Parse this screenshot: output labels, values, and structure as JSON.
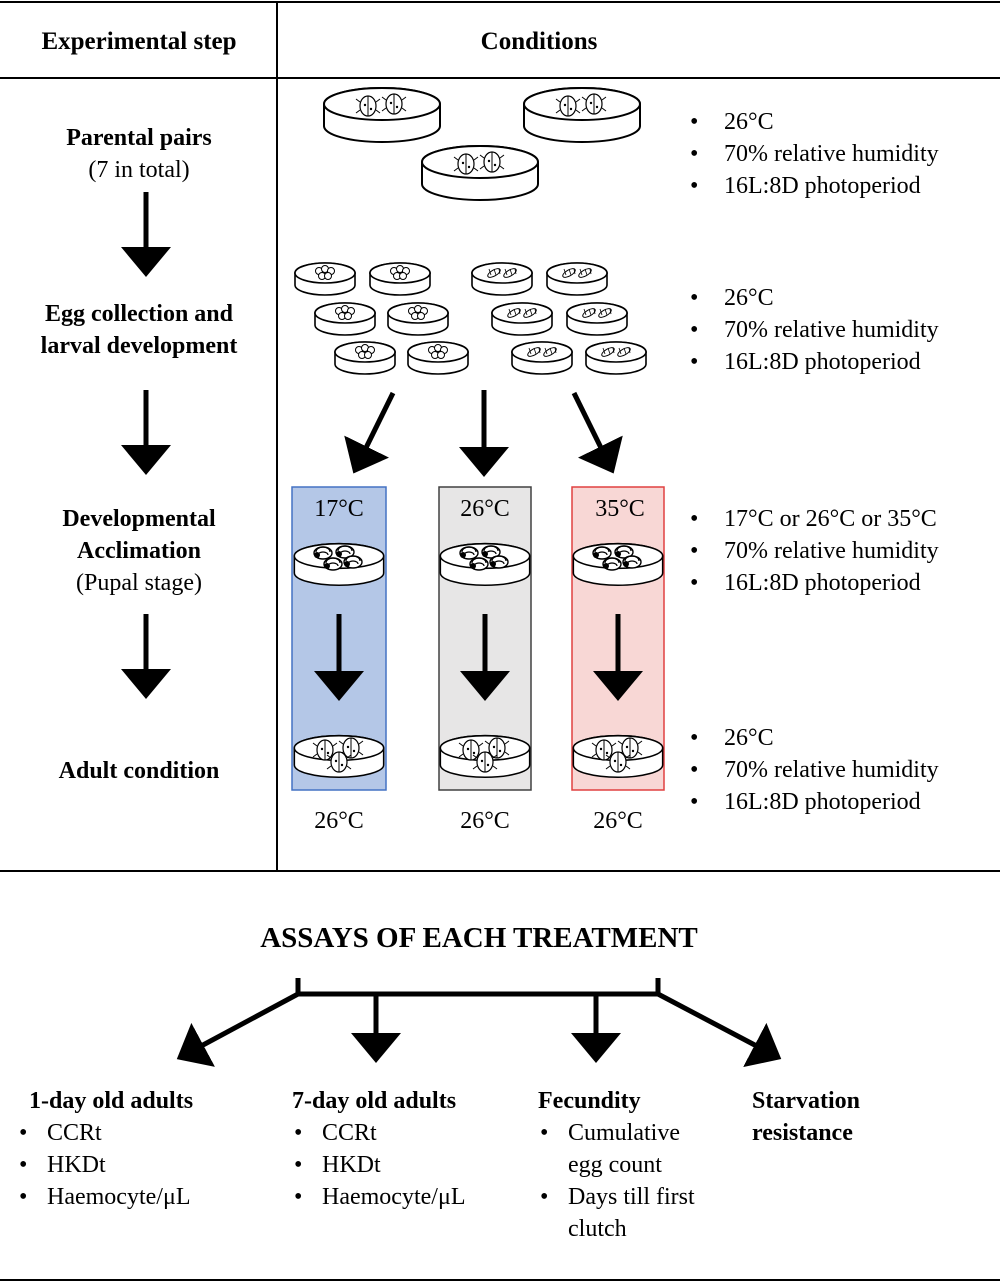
{
  "table": {
    "header_step": "Experimental step",
    "header_conditions": "Conditions"
  },
  "steps": [
    {
      "bold": "Parental pairs",
      "plain": "(7 in total)"
    },
    {
      "bold": "Egg collection and",
      "bold2": "larval development"
    },
    {
      "bold": "Developmental",
      "bold2": "Acclimation",
      "plain": "(Pupal stage)"
    },
    {
      "bold": "Adult condition"
    }
  ],
  "conditions": [
    [
      "26°C",
      "70% relative humidity",
      "16L:8D photoperiod"
    ],
    [
      "26°C",
      "70% relative humidity",
      "16L:8D photoperiod"
    ],
    [
      "17°C or 26°C or 35°C",
      "70% relative humidity",
      "16L:8D photoperiod"
    ],
    [
      "26°C",
      "70% relative humidity",
      "16L:8D photoperiod"
    ]
  ],
  "treatments": [
    {
      "temp": "17°C",
      "adult_temp": "26°C",
      "fill": "#b4c7e7",
      "stroke": "#4472c4"
    },
    {
      "temp": "26°C",
      "adult_temp": "26°C",
      "fill": "#e7e6e6",
      "stroke": "#404040"
    },
    {
      "temp": "35°C",
      "adult_temp": "26°C",
      "fill": "#f8d7d5",
      "stroke": "#e04040"
    }
  ],
  "assays": {
    "title": "ASSAYS OF EACH TREATMENT",
    "columns": [
      {
        "heading": "1-day old adults",
        "items": [
          "CCRt",
          "HKDt",
          "Haemocyte/μL"
        ]
      },
      {
        "heading": "7-day old adults",
        "items": [
          "CCRt",
          "HKDt",
          "Haemocyte/μL"
        ]
      },
      {
        "heading": "Fecundity",
        "items": [
          "Cumulative",
          "Days till first"
        ],
        "continuations": [
          "egg count",
          "clutch"
        ]
      },
      {
        "heading": "Starvation",
        "heading2": "resistance"
      }
    ]
  }
}
